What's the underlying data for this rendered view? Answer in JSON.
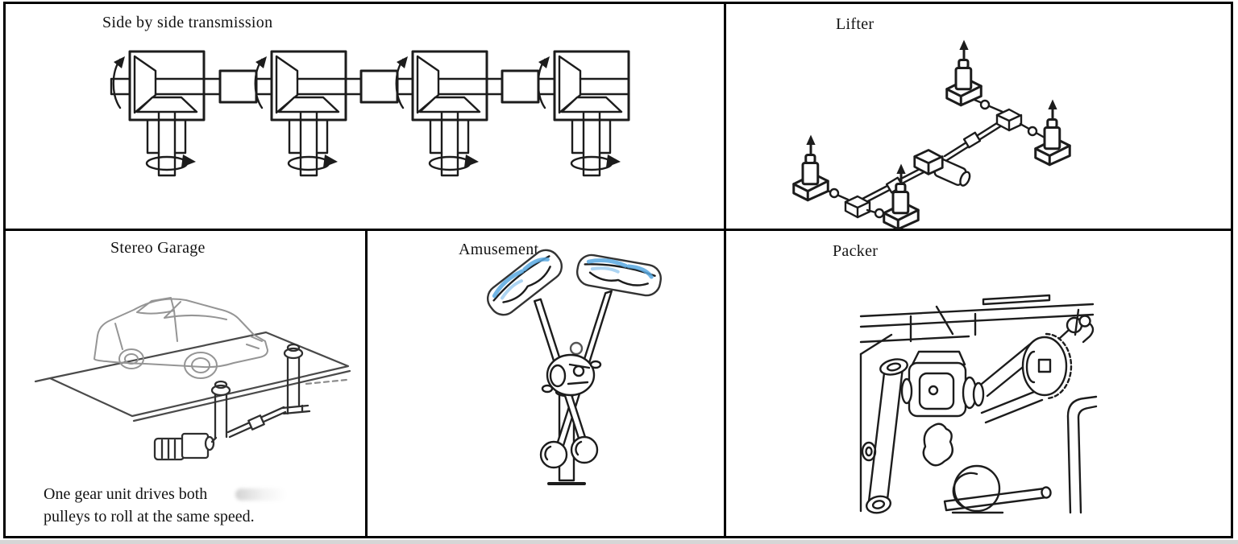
{
  "colors": {
    "ink": "#1c1c1c",
    "border": "#000000",
    "sketch_gray": "#959595",
    "gondola_blue": "#58a8e0",
    "paper": "#ffffff"
  },
  "panels": [
    {
      "id": "side-by-side-transmission",
      "title": "Side by side transmission"
    },
    {
      "id": "lifter",
      "title": "Lifter"
    },
    {
      "id": "stereo-garage",
      "title": "Stereo Garage",
      "caption": [
        "One gear unit drives both",
        "pulleys to roll at the same speed."
      ]
    },
    {
      "id": "amusement",
      "title": "Amusement"
    },
    {
      "id": "packer",
      "title": "Packer"
    }
  ]
}
